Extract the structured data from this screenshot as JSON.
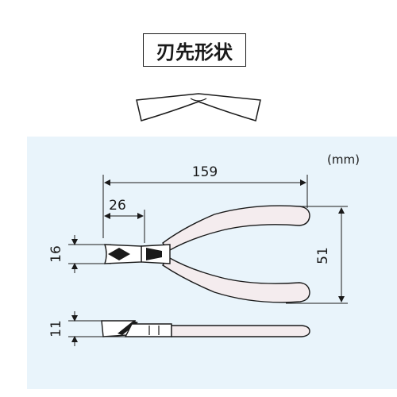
{
  "header": {
    "label": "刃先形状"
  },
  "units": "(mm)",
  "dimensions": {
    "overall_length": "159",
    "head_length": "26",
    "head_height": "16",
    "overall_height": "51",
    "thickness": "11"
  },
  "colors": {
    "panel_bg": "#e9f4fb",
    "line": "#1a1a1a",
    "handle_fill": "#f4ecee",
    "metal_fill": "#ffffff"
  }
}
